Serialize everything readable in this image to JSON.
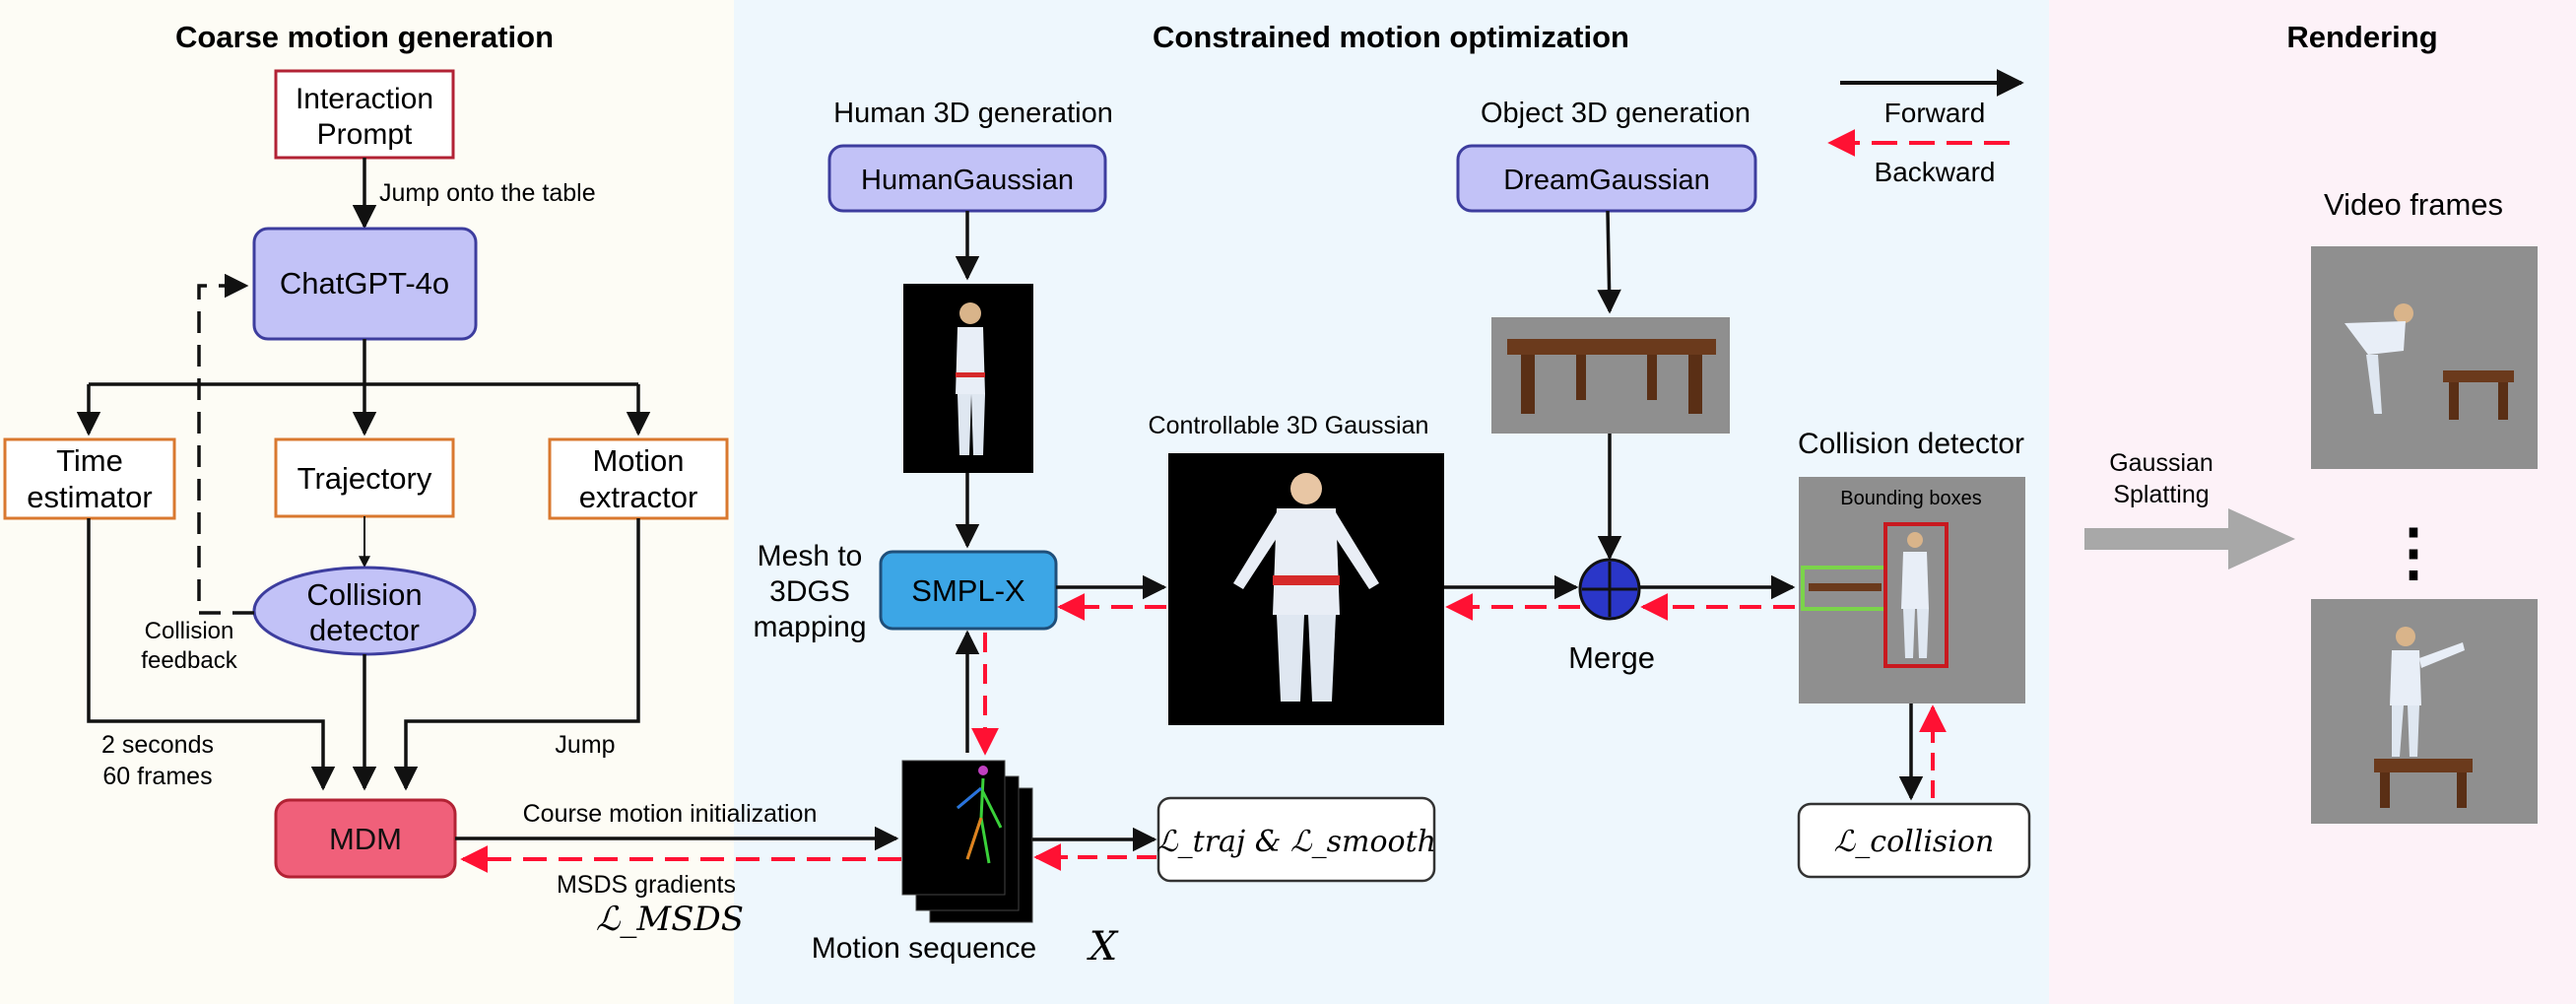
{
  "sections": {
    "coarse": "Coarse motion generation",
    "constrained": "Constrained motion optimization",
    "rendering": "Rendering"
  },
  "colors": {
    "coarse_bg": "#fdfcf5",
    "constrained_bg": "#eef7fd",
    "rendering_bg": "#fdf2f8",
    "purple_fill": "#c2c2f7",
    "purple_stroke": "#3d3d9e",
    "red_stroke": "#b22234",
    "orange_stroke": "#d9782f",
    "mdm_fill": "#f0607a",
    "smplx_fill": "#3ca6e6",
    "forward": "#111111",
    "backward": "#ff1133",
    "gray_arrow": "#a8a8a8"
  },
  "legend": {
    "forward": "Forward",
    "backward": "Backward"
  },
  "coarse": {
    "prompt": [
      "Interaction",
      "Prompt"
    ],
    "prompt_text": "Jump onto the table",
    "llm": "ChatGPT-4o",
    "time_estimator": [
      "Time",
      "estimator"
    ],
    "trajectory": "Trajectory",
    "motion_extractor": [
      "Motion",
      "extractor"
    ],
    "collision_detector": [
      "Collision",
      "detector"
    ],
    "collision_feedback": [
      "Collision",
      "feedback"
    ],
    "time_output": [
      "2 seconds",
      "60 frames"
    ],
    "jump_output": "Jump",
    "mdm": "MDM"
  },
  "constrained": {
    "human_gen_title": "Human 3D generation",
    "human_gen": "HumanGaussian",
    "object_gen_title": "Object 3D generation",
    "object_gen": "DreamGaussian",
    "mesh_mapping": [
      "Mesh to",
      "3DGS",
      "mapping"
    ],
    "smplx": "SMPL-X",
    "controllable": "Controllable 3D Gaussian",
    "merge": "Merge",
    "collision_title": "Collision detector",
    "bounding_boxes": "Bounding boxes",
    "course_init": "Course motion initialization",
    "msds_gradients": "MSDS gradients",
    "loss_msds": "ℒ_MSDS",
    "motion_sequence": "Motion sequence",
    "motion_symbol": "X",
    "loss_traj": "ℒ_traj & ℒ_smooth",
    "loss_collision": "ℒ_collision"
  },
  "rendering": {
    "splatting": [
      "Gaussian",
      "Splatting"
    ],
    "video_frames": "Video frames",
    "ellipsis": "⋮"
  }
}
